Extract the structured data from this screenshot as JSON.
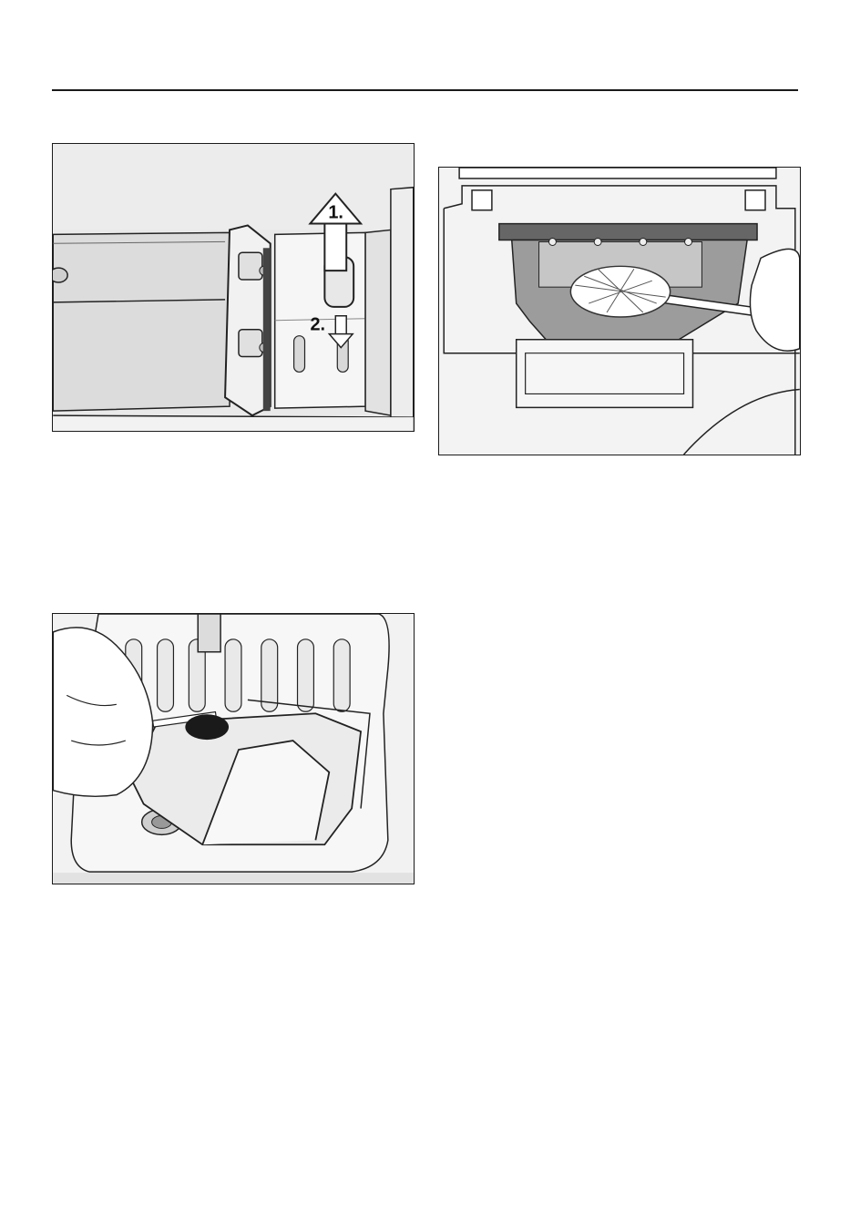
{
  "figures": [
    {
      "id": "fig1",
      "labels": [
        "1.",
        "2."
      ]
    },
    {
      "id": "fig2"
    },
    {
      "id": "fig3"
    }
  ]
}
